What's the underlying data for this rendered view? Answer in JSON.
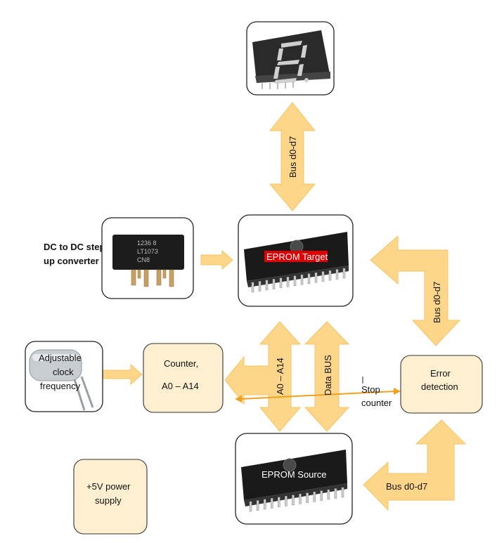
{
  "labels": {
    "dc_converter_line1": "DC to DC step",
    "dc_converter_line2": "up converter",
    "eprom_target": "EPROM Target",
    "eprom_source": "EPROM Source",
    "adjustable_clock_line1": "Adjustable",
    "adjustable_clock_line2": "clock",
    "adjustable_clock_line3": "frequency",
    "counter_line1": "Counter,",
    "counter_line2": "A0 – A14",
    "error_line1": "Error",
    "error_line2": "detection",
    "stop_line1": "Stop",
    "stop_line2": "counter",
    "power_line1": "+5V power",
    "power_line2": "supply",
    "bus_top": "Bus d0-d7",
    "bus_right": "Bus d0-d7",
    "bus_bottom": "Bus d0-d7",
    "addr_bus": "A0 – A14",
    "data_bus": "Data BUS",
    "dcdc_chip_text1": "1236 8",
    "dcdc_chip_text2": "LT1073",
    "dcdc_chip_text3": "CN8"
  },
  "colors": {
    "arrow_fill": "#fdd68a",
    "box_fill": "#fdefd0",
    "eprom_target_label_bg": "#e00000",
    "line_orange": "#f0a020"
  }
}
